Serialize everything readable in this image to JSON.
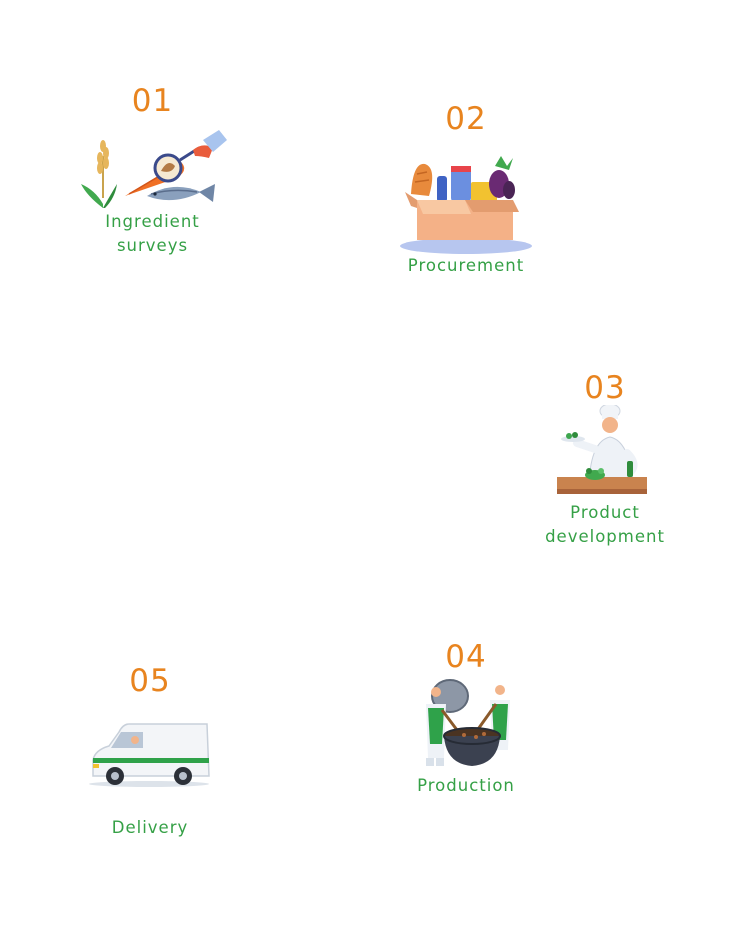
{
  "steps": [
    {
      "number": "01",
      "label_line1": "Ingredient",
      "label_line2": "surveys",
      "icon": "ingredient-survey-icon"
    },
    {
      "number": "02",
      "label": "Procurement",
      "icon": "grocery-box-icon"
    },
    {
      "number": "03",
      "label_line1": "Product",
      "label_line2": "development",
      "icon": "chef-icon"
    },
    {
      "number": "04",
      "label": "Production",
      "icon": "cooking-pot-icon"
    },
    {
      "number": "05",
      "label": "Delivery",
      "icon": "delivery-van-icon"
    }
  ],
  "colors": {
    "number": "#e8841f",
    "label": "#35a046",
    "background": "#ffffff"
  }
}
